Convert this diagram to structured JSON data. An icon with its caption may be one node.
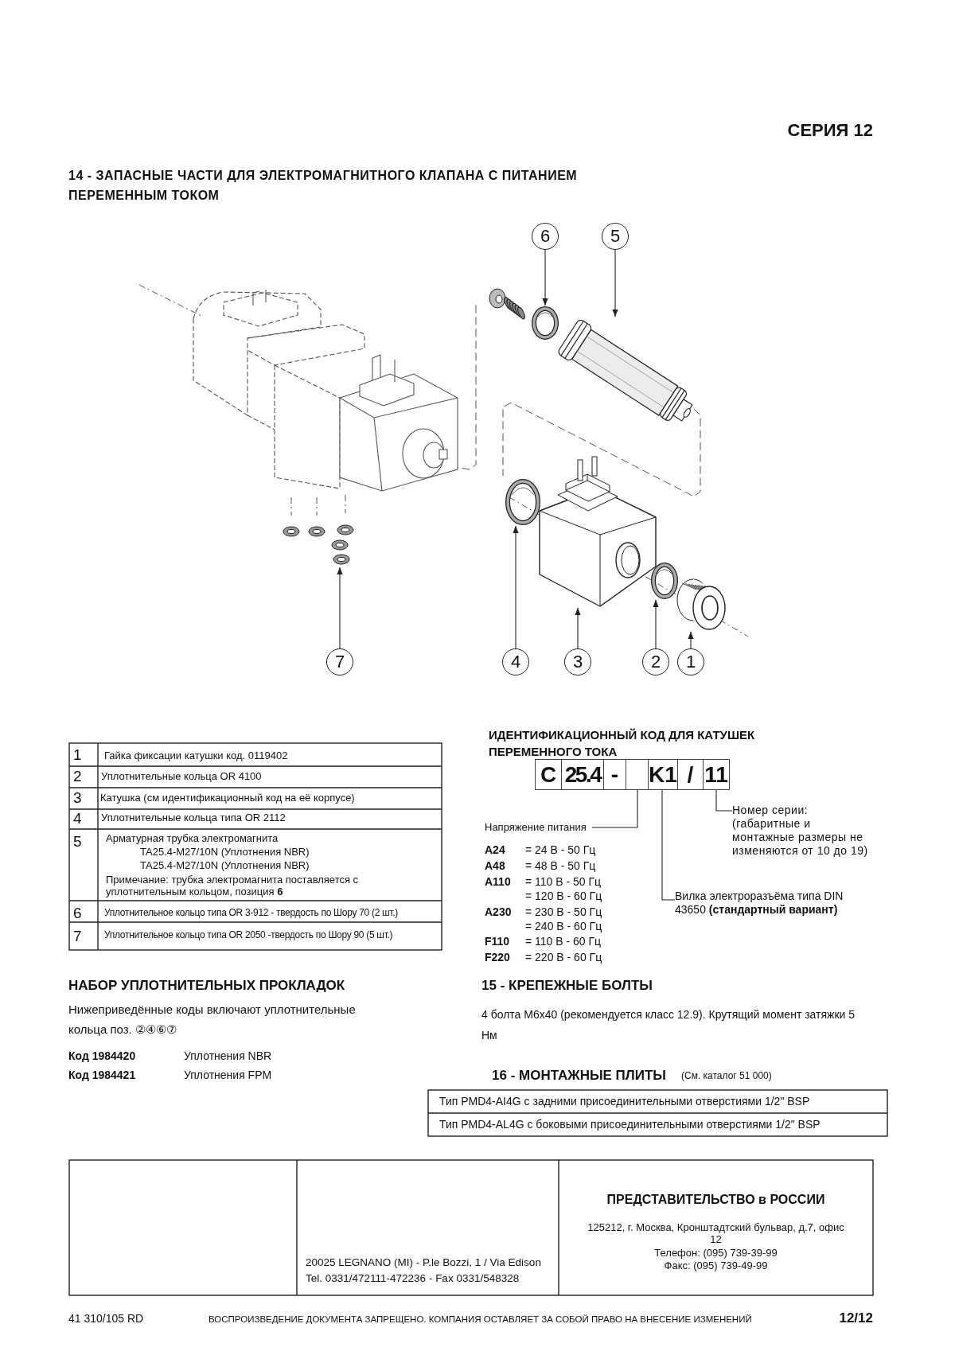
{
  "diagram": {
    "title": "14 - ЗАПАСНЫЕ ЧАСТИ ДЛЯ ЭЛЕКТРОМАГНИТНОГО КЛАПАНА С ПИТАНИЕМ ПЕРЕМЕННЫМ ТОКОМ",
    "nodes": [
      {
        "text": [
          "6"
        ]
      },
      {
        "text": [
          "5"
        ]
      },
      {
        "text": [
          "7"
        ]
      },
      {
        "text": [
          "4"
        ]
      },
      {
        "text": [
          "3"
        ]
      },
      {
        "text": [
          "2"
        ]
      },
      {
        "text": [
          "1"
        ]
      },
      {
        "text": [],
        "shape": "circle"
      },
      {
        "text": [],
        "shape": "cylinder"
      },
      {
        "text": [],
        "shape": "picture"
      },
      {
        "text": [],
        "shape": "circle"
      },
      {
        "text": [],
        "shape": "picture"
      },
      {
        "text": [],
        "shape": "circle"
      },
      {
        "text": [],
        "shape": "picture"
      },
      {
        "text": [
          "C"
        ]
      },
      {
        "text": [
          "25.4"
        ]
      },
      {
        "text": [
          "-"
        ]
      },
      {
        "text": [],
        "shape": "box"
      },
      {
        "text": [
          "K1"
        ]
      },
      {
        "text": [
          "/"
        ]
      },
      {
        "text": [
          "11"
        ]
      },
      {
        "text": [
          "Номер серии: (габаритные и монтажные размеры не изменяются от 10 до 19)"
        ]
      },
      {
        "text": [
          "Напряжение питания"
        ]
      },
      {
        "text": [
          "Вилка электроразъёма типа DIN 43650 **(стандартный вариант)**"
        ]
      }
    ],
    "edges": [
      {
        "from": 0,
        "to": 7,
        "arrow": "to"
      },
      {
        "from": 1,
        "to": 8,
        "arrow": "to"
      },
      {
        "from": 2,
        "to": 9,
        "arrow": "to"
      },
      {
        "from": 3,
        "to": 10,
        "arrow": "to"
      },
      {
        "from": 4,
        "to": 11,
        "arrow": "to"
      },
      {
        "from": 5,
        "to": 12,
        "arrow": "to"
      },
      {
        "from": 6,
        "to": 13,
        "arrow": "to"
      },
      {
        "from": 20,
        "to": 21,
        "arrow": "none"
      },
      {
        "from": 17,
        "to": 22,
        "arrow": "none"
      },
      {
        "from": 18,
        "to": 23,
        "arrow": "none"
      }
    ],
    "labels": [
      "СЕРИЯ 12",
      "1",
      "Гайка фиксации катушки код. 0119402",
      "2",
      "Уплотнительные кольца OR 4100",
      "3",
      "Катушка (см идентификационный код на её корпусе)",
      "4",
      "Уплотнительные кольца типа OR 2112",
      "5",
      "Арматурная трубка электромагнита",
      "TA25.4-M27/10N (Уплотнения NBR)",
      "TA25.4-M27/10N (Уплотнения NBR)",
      "Примечание: трубка электромагнита поставляется с уплотнительным кольцом, позиция **6**",
      "6",
      "Уплотнительное кольцо типа OR 3-912 - твердость по Шору 70 (2 шт.)",
      "7",
      "Уплотнительное кольцо типа OR 2050 -твердость по Шору 90 (5 шт.)",
      "ИДЕНТИФИКАЦИОННЫЙ КОД ДЛЯ КАТУШЕК ПЕРЕМЕННОГО ТОКА",
      "A24",
      "= 24 В - 50 Гц",
      "A48",
      "= 48 В - 50 Гц",
      "A110",
      "= 110 В - 50 Гц",
      "= 120 В - 60 Гц",
      "A230",
      "= 230 В - 50 Гц",
      "= 240 В - 60 Гц",
      "F110",
      "= 110 В - 60 Гц",
      "F220",
      "= 220 В - 60 Гц",
      "НАБОР УПЛОТНИТЕЛЬНЫХ ПРОКЛАДОК",
      "Нижеприведённые коды включают уплотнительные кольца поз. ②④⑥⑦",
      "Код 1984420",
      "Уплотнения NBR",
      "Код 1984421",
      "Уплотнения FPM",
      "15 - КРЕПЕЖНЫЕ БОЛТЫ",
      "4 болта M6x40 (рекомендуется класс 12.9). Крутящий момент затяжки 5 Нм",
      "16 - МОНТАЖНЫЕ ПЛИТЫ",
      "(См. каталог 51 000)",
      "Тип PMD4-AI4G с задними присоединительными отверстиями 1/2\" BSP",
      "Тип PMD4-AL4G с боковыми присоединительными отверстиями 1/2\" BSP",
      "20025 LEGNANO (MI) - P.le Bozzi, 1 / Via Edison",
      "Tel. 0331/472111-472236 - Fax 0331/548328",
      "ПРЕДСТАВИТЕЛЬСТВО в РОССИИ",
      "125212, г. Москва, Кронштадтский бульвар, д.7, офис 12",
      "Телефон: (095) 739-39-99",
      "Факс: (095) 739-49-99",
      "41 310/105 RD",
      "ВОСПРОИЗВЕДЕНИЕ ДОКУМЕНТА ЗАПРЕЩЕНО. КОМПАНИЯ ОСТАВЛЯЕТ ЗА СОБОЙ ПРАВО НА ВНЕСЕНИЕ ИЗМЕНЕНИЙ",
      "12/12"
    ]
  }
}
